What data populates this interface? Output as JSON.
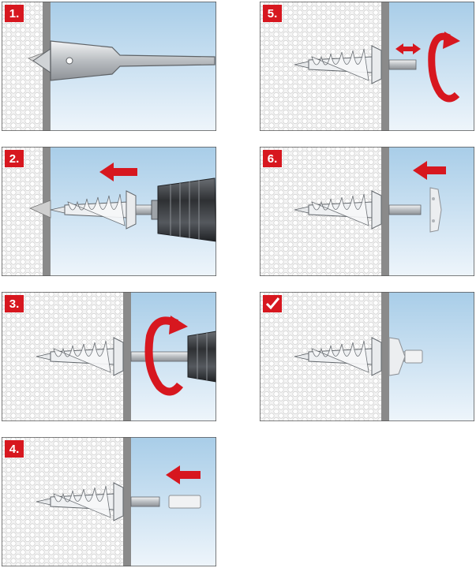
{
  "steps": [
    {
      "label": "1.",
      "action": "drill"
    },
    {
      "label": "2.",
      "action": "screw-in-drill"
    },
    {
      "label": "3.",
      "action": "screw-in-rotate"
    },
    {
      "label": "4.",
      "action": "insert-cap"
    },
    {
      "label": "5.",
      "action": "adjust-rotate"
    },
    {
      "label": "6.",
      "action": "insert-washer"
    },
    {
      "label": "✓",
      "action": "done"
    }
  ],
  "colors": {
    "badge": "#d7171f",
    "arrow": "#d7171f",
    "wall_face": "#8a8a8a",
    "insulation": "#f2f2f2",
    "sky_top": "#a8cde8",
    "sky_bottom": "#eef5fb",
    "metal": "#c9cdd1",
    "drill_body": "#3b3e42"
  },
  "icons": [
    "drill-bit-icon",
    "power-drill-icon",
    "insulation-anchor-icon",
    "push-arrow-icon",
    "rotate-arrow-icon",
    "double-arrow-icon",
    "cap-icon",
    "washer-icon",
    "checkmark-icon"
  ]
}
